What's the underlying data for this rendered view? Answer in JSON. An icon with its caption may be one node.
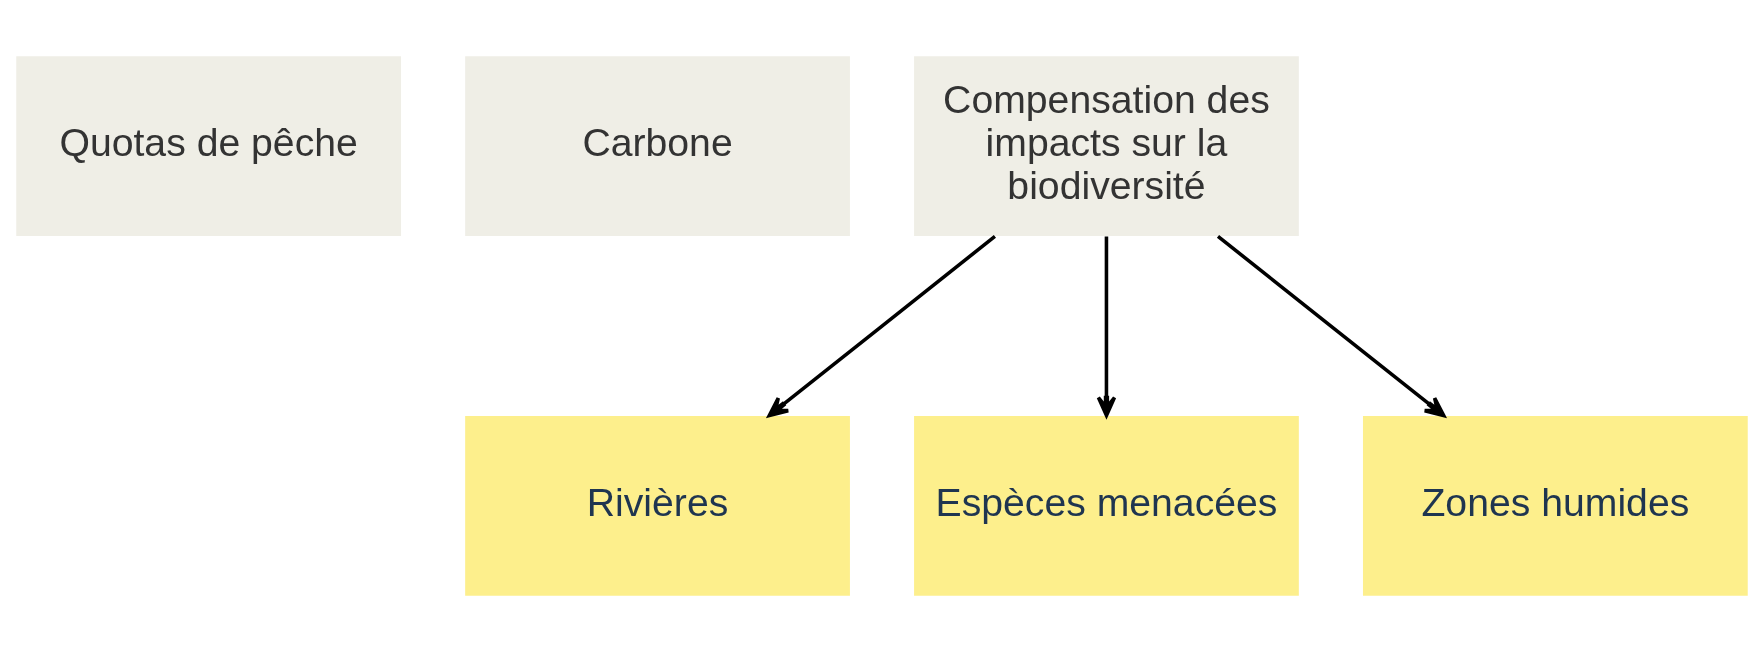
{
  "diagram": {
    "nodes": [
      {
        "text": [
          "Quotas de pêche"
        ]
      },
      {
        "text": [
          "Carbone"
        ]
      },
      {
        "text": [
          "Compensation des impacts sur la biodiversité"
        ]
      },
      {
        "text": [
          "Rivières"
        ]
      },
      {
        "text": [
          "Espèces menacées"
        ]
      },
      {
        "text": [
          "Zones humides"
        ]
      }
    ],
    "edges": [
      {
        "from": 2,
        "to": 3,
        "arrow": "to"
      },
      {
        "from": 2,
        "to": 4,
        "arrow": "to"
      },
      {
        "from": 2,
        "to": 5,
        "arrow": "to"
      }
    ]
  }
}
